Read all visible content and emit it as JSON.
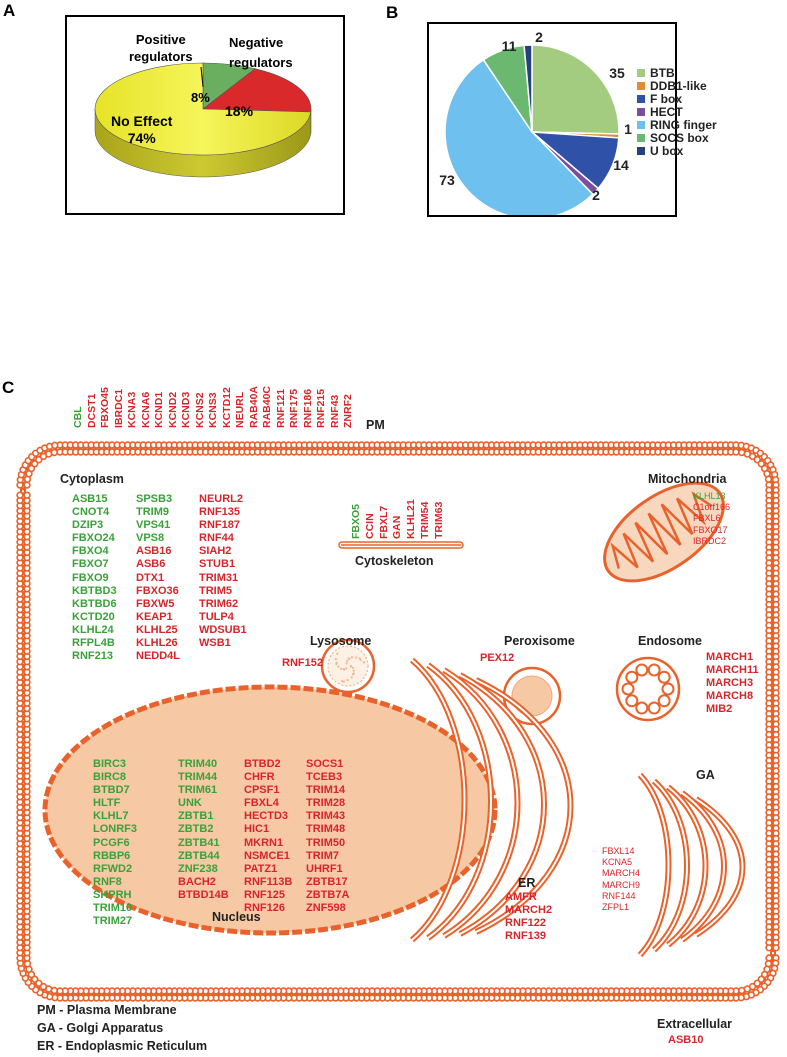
{
  "panels": {
    "a": "A",
    "b": "B",
    "c": "C"
  },
  "pie_a": {
    "label_positive": "Positive\nregulators",
    "label_negative": "Negative\nregulators",
    "label_noeffect": "No Effect\n74%",
    "pct_positive": "8%",
    "pct_negative": "18%",
    "colors": {
      "positive": "#6aaf5f",
      "negative": "#d9292b",
      "noeffect": "#f2f13a"
    }
  },
  "chart_data": [
    {
      "type": "pie",
      "categories": [
        "Positive regulators",
        "Negative regulators",
        "No Effect"
      ],
      "values": [
        8,
        18,
        74
      ],
      "units": "%"
    },
    {
      "type": "pie",
      "categories": [
        "BTB",
        "DDB1-like",
        "F box",
        "HECT",
        "RING finger",
        "SOCS box",
        "U box"
      ],
      "values": [
        35,
        1,
        14,
        2,
        73,
        11,
        2
      ],
      "value_labels": [
        "35",
        "1",
        "14",
        "2",
        "73",
        "11",
        "2"
      ],
      "colors": [
        "#a4cc80",
        "#e38a33",
        "#2f52a8",
        "#7b4f9d",
        "#6ec0ee",
        "#6bb970",
        "#24427c"
      ],
      "legend": [
        "BTB",
        "DDB1-like",
        "F box",
        "HECT",
        "RING finger",
        "SOCS box",
        "U box"
      ],
      "legend_position": "right"
    }
  ],
  "cell": {
    "pm_label": "PM",
    "pm_green": [
      "CBL"
    ],
    "pm_red": [
      "DCST1",
      "FBXO45",
      "IBRDC1",
      "KCNA3",
      "KCNA6",
      "KCND1",
      "KCND2",
      "KCND3",
      "KCNS2",
      "KCNS3",
      "KCTD12",
      "NEURL",
      "RAB40A",
      "RAB40C",
      "RNF121",
      "RNF175",
      "RNF186",
      "RNF215",
      "RNF43",
      "ZNRF2"
    ],
    "cytoplasm": {
      "title": "Cytoplasm",
      "col1_green": [
        "ASB15",
        "CNOT4",
        "DZIP3",
        "FBXO24",
        "FBXO4",
        "FBXO7",
        "FBXO9",
        "KBTBD3",
        "KBTBD6",
        "KCTD20",
        "KLHL24",
        "RFPL4B",
        "RNF213"
      ],
      "col2_green": [
        "SPSB3",
        "TRIM9",
        "VPS41",
        "VPS8"
      ],
      "col2_red": [
        "ASB16",
        "ASB6",
        "DTX1",
        "FBXO36",
        "FBXW5",
        "KEAP1",
        "KLHL25",
        "KLHL26",
        "NEDD4L"
      ],
      "col3_red": [
        "NEURL2",
        "RNF135",
        "RNF187",
        "RNF44",
        "SIAH2",
        "STUB1",
        "TRIM31",
        "TRIM5",
        "TRIM62",
        "TULP4",
        "WDSUB1",
        "WSB1"
      ]
    },
    "cytoskeleton": {
      "title": "Cytoskeleton",
      "green": [
        "FBXO5"
      ],
      "red": [
        "CCIN",
        "FBXL7",
        "GAN",
        "KLHL21",
        "TRIM54",
        "TRIM63"
      ]
    },
    "mitochondria": {
      "title": "Mitochondria",
      "green": [
        "KLHL13"
      ],
      "red": [
        "C1orf166",
        "FBXL6",
        "FBXO17",
        "IBRDC2"
      ]
    },
    "lysosome": {
      "title": "Lysosome",
      "red": [
        "RNF152"
      ]
    },
    "peroxisome": {
      "title": "Peroxisome",
      "red": [
        "PEX12"
      ]
    },
    "endosome": {
      "title": "Endosome",
      "red": [
        "MARCH1",
        "MARCH11",
        "MARCH3",
        "MARCH8",
        "MIB2"
      ]
    },
    "nucleus": {
      "title": "Nucleus",
      "col1_green": [
        "BIRC3",
        "BIRC8",
        "BTBD7",
        "HLTF",
        "KLHL7",
        "LONRF3",
        "PCGF6",
        "RBBP6",
        "RFWD2",
        "RNF8",
        "SHPRH",
        "TRIM10",
        "TRIM27"
      ],
      "col2_green": [
        "TRIM40",
        "TRIM44",
        "TRIM61",
        "UNK",
        "ZBTB1",
        "ZBTB2",
        "ZBTB41",
        "ZBTB44",
        "ZNF238"
      ],
      "col2_red": [
        "BACH2",
        "BTBD14B"
      ],
      "col3_red": [
        "BTBD2",
        "CHFR",
        "CPSF1",
        "FBXL4",
        "HECTD3",
        "HIC1",
        "MKRN1",
        "NSMCE1",
        "PATZ1",
        "RNF113B",
        "RNF125",
        "RNF126"
      ],
      "col4_red": [
        "SOCS1",
        "TCEB3",
        "TRIM14",
        "TRIM28",
        "TRIM43",
        "TRIM48",
        "TRIM50",
        "TRIM7",
        "UHRF1",
        "ZBTB17",
        "ZBTB7A",
        "ZNF598"
      ]
    },
    "er": {
      "title": "ER",
      "red": [
        "AMFR",
        "MARCH2",
        "RNF122",
        "RNF139"
      ]
    },
    "ga": {
      "title": "GA",
      "red": [
        "FBXL14",
        "KCNA5",
        "MARCH4",
        "MARCH9",
        "RNF144",
        "ZFPL1"
      ]
    },
    "extracellular": {
      "title": "Extracellular",
      "red": [
        "ASB10"
      ]
    }
  },
  "footnotes": [
    "PM - Plasma Membrane",
    "GA - Golgi Apparatus",
    "ER - Endoplasmic Reticulum"
  ]
}
